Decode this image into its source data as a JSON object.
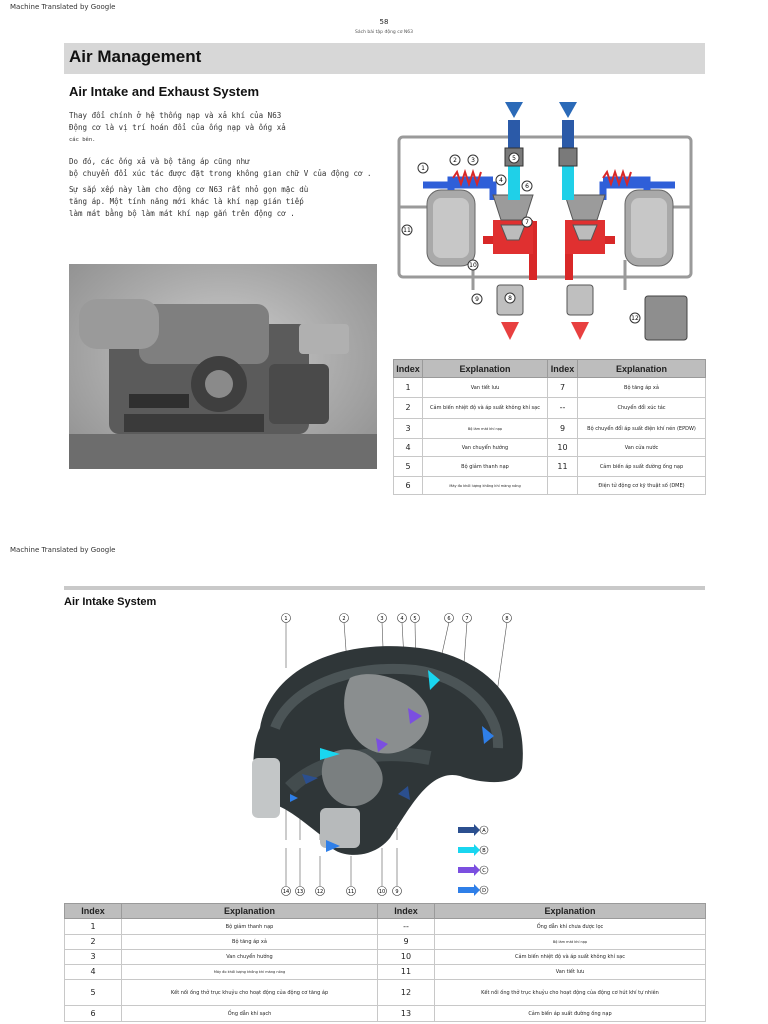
{
  "watermark_top": "Machine Translated by Google",
  "watermark_mid": "Machine Translated by Google",
  "page_number": "58",
  "page_subtitle": "Sách bài tập động cơ N63",
  "section_title": "Air Management",
  "heading1": "Air Intake and Exhaust System",
  "paragraphs": [
    "Thay đổi chính ở hệ thống nạp và xả khí của N63",
    "Động cơ  là vị trí hoán đổi của ống nạp và ống xả",
    "các bên.",
    "Do đó, các ống xả và bộ tăng áp cũng như",
    "bộ chuyển đổi xúc tác được đặt trong không gian chữ V của động cơ .",
    "Sự sắp xếp này làm cho động cơ  N63 rất nhỏ gọn mặc dù",
    "tăng áp. Một tính năng mới khác là khí nạp gián tiếp",
    "làm mát bằng bộ làm mát khí nạp gắn trên động cơ ."
  ],
  "diagram1_labels": [
    "1",
    "2",
    "3",
    "4",
    "5",
    "6",
    "7",
    "8",
    "9",
    "10",
    "11",
    "12"
  ],
  "table1": {
    "headers": [
      "Index",
      "Explanation",
      "Index",
      "Explanation"
    ],
    "rows": [
      [
        "1",
        "Van tiết lưu",
        "7",
        "Bộ tăng áp xả"
      ],
      [
        "2",
        "Cảm biến nhiệt độ và áp suất không khí sạc",
        "--",
        "Chuyển đổi xúc tác"
      ],
      [
        "3",
        "Bộ làm mát khí nạp",
        "9",
        "Bộ chuyển đổi áp suất điện khí nén (EPDW)"
      ],
      [
        "4",
        "Van chuyển hướng",
        "10",
        "Van cửa nước"
      ],
      [
        "5",
        "Bộ giảm thanh nạp",
        "11",
        "Cảm biến áp suất đường ống nạp"
      ],
      [
        "6",
        "Máy đo khối lượng không khí màng nóng",
        "",
        "Điện tử động cơ kỹ thuật số (DME)"
      ]
    ]
  },
  "heading2": "Air Intake System",
  "diagram2_callouts_top": [
    "1",
    "2",
    "3",
    "4",
    "5",
    "6",
    "7",
    "8"
  ],
  "diagram2_callouts_bottom": [
    "14",
    "13",
    "12",
    "11",
    "10",
    "9"
  ],
  "diagram2_legend": [
    "A",
    "B",
    "C",
    "D"
  ],
  "table2": {
    "headers": [
      "Index",
      "Explanation",
      "Index",
      "Explanation"
    ],
    "rows": [
      [
        "1",
        "Bộ giảm thanh nạp",
        "--",
        "Ống dẫn khí chưa được lọc"
      ],
      [
        "2",
        "Bộ tăng áp xả",
        "9",
        "Bộ làm mát khí nạp"
      ],
      [
        "3",
        "Van chuyển hướng",
        "10",
        "Cảm biến nhiệt độ và áp suất không khí sạc"
      ],
      [
        "4",
        "Máy đo khối lượng không khí màng nóng",
        "11",
        "Van tiết lưu"
      ],
      [
        "5",
        "Kết nối ống thở trục khuỷu cho hoạt động của động cơ  tăng áp",
        "12",
        "Kết nối ống thở trục khuỷu cho hoạt động của động cơ  hút khí tự nhiên"
      ],
      [
        "6",
        "Ống dẫn khí sạch",
        "13",
        "Cảm biến áp suất đường ống nạp"
      ]
    ]
  },
  "colors": {
    "arrow_A": "#2b4f8f",
    "arrow_B": "#19d6f0",
    "arrow_C": "#7b4fe0",
    "arrow_D": "#2f7fe8",
    "band": "#d7d7d7",
    "table_header": "#bdbdbd"
  }
}
